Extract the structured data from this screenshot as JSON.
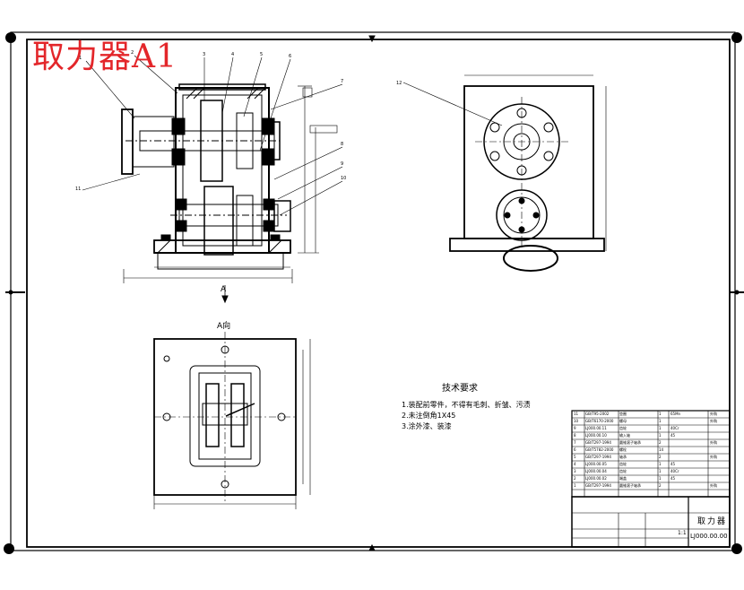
{
  "overlay_title": "取力器A1",
  "view_label": "A",
  "view_label_direction": "A向",
  "tech_requirements": {
    "heading": "技术要求",
    "items": [
      "1.装配前零件，不得有毛刺、折皱、污渍",
      "2.未注倒角1X45",
      "3.涂外漆、装漆"
    ]
  },
  "title_block": {
    "name": "取力器",
    "scale": "1:1",
    "drawing_no": "LJ000.00.00"
  },
  "parts_list": [
    {
      "no": "11",
      "code": "GB/T95-2002",
      "name": "垫圈",
      "qty": "1",
      "material": "65Mn",
      "remark": "外购"
    },
    {
      "no": "10",
      "code": "GB/T6170-2000",
      "name": "螺母",
      "qty": "1",
      "material": "",
      "remark": "外购"
    },
    {
      "no": "9",
      "code": "LJ000.00.11",
      "name": "齿轮",
      "qty": "1",
      "material": "40Cr",
      "remark": ""
    },
    {
      "no": "8",
      "code": "LJ000.00.10",
      "name": "输入轴",
      "qty": "1",
      "material": "45",
      "remark": ""
    },
    {
      "no": "7",
      "code": "GB/T297-1994",
      "name": "圆锥滚子轴承",
      "qty": "2",
      "material": "",
      "remark": "外购"
    },
    {
      "no": "6",
      "code": "GB/T5782-2000",
      "name": "螺栓",
      "qty": "14",
      "material": "",
      "remark": ""
    },
    {
      "no": "5",
      "code": "GB/T297-1994",
      "name": "轴承",
      "qty": "2",
      "material": "",
      "remark": "外购"
    },
    {
      "no": "4",
      "code": "LJ000.00.05",
      "name": "齿轮",
      "qty": "1",
      "material": "45",
      "remark": ""
    },
    {
      "no": "3",
      "code": "LJ000.00.04",
      "name": "齿轮",
      "qty": "1",
      "material": "40Cr",
      "remark": ""
    },
    {
      "no": "2",
      "code": "LJ000.00.02",
      "name": "端盖",
      "qty": "1",
      "material": "45",
      "remark": ""
    },
    {
      "no": "1",
      "code": "GB/T297-1994",
      "name": "圆锥滚子轴承",
      "qty": "2",
      "material": "",
      "remark": "外购"
    }
  ],
  "colors": {
    "ink": "#000000",
    "accent": "#e3262a"
  }
}
